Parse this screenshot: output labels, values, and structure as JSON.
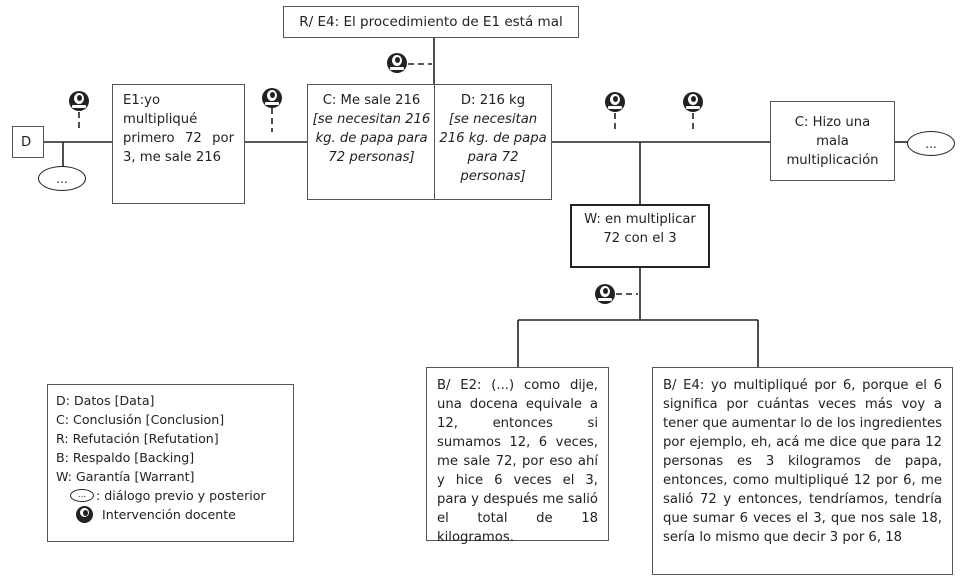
{
  "refutation": "R/ E4: El procedimiento de E1 está mal",
  "data_start": "D",
  "e1": "E1:yo multipliqué primero 72 por 3, me sale 216",
  "claim1": {
    "label": "C: Me sale 216",
    "note": "[se necesitan 216 kg. de papa para 72 personas]"
  },
  "data2": {
    "label": "D: 216 kg",
    "note": "[se necesitan 216 kg. de papa para 72 personas]"
  },
  "conclusion": "C: Hizo una mala multiplicación",
  "warrant": "W: en multiplicar 72 con el 3",
  "backing_e2": "B/ E2:  (...) como dije, una docena equivale a 12, entonces si sumamos 12, 6 veces, me sale 72, por eso ahí y hice 6 veces el 3, para y después me salió el total de 18 kilogramos.",
  "backing_e4": "B/ E4: yo multipliqué por 6, porque el 6 significa por cuántas veces más voy a tener que aumentar lo de los ingredientes por ejemplo, eh, acá me dice que para 12 personas es 3 kilogramos de papa, entonces, como multipliqué 12 por 6, me salió 72 y entonces, tendríamos, tendría que sumar 6 veces el 3, que nos sale 18, sería lo mismo que decir 3 por 6, 18",
  "ellipsis": "...",
  "legend": {
    "d": "D: Datos [Data]",
    "c": "C: Conclusión [Conclusion]",
    "r": "R: Refutación [Refutation]",
    "b": "B: Respaldo [Backing]",
    "w": "W: Garantía [Warrant]",
    "dialog": ": diálogo previo y posterior",
    "teacher": "Intervención docente"
  }
}
